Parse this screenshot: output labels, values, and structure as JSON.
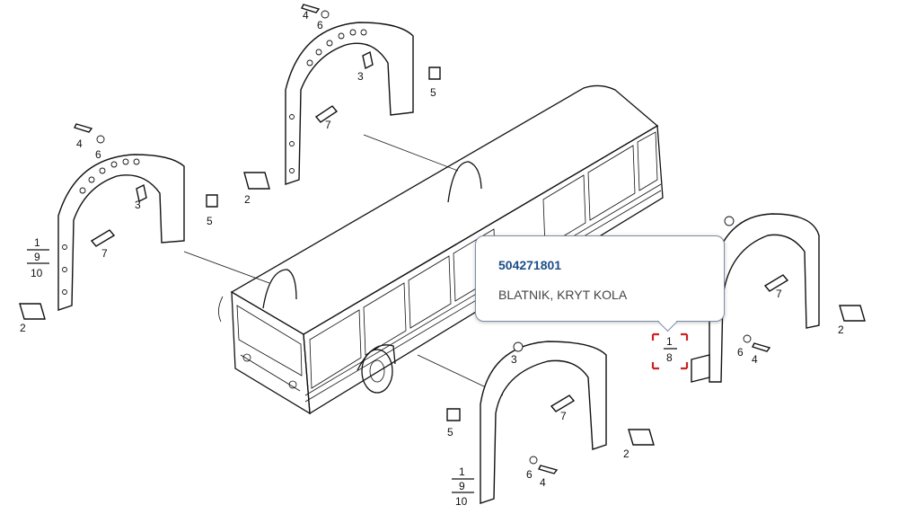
{
  "tooltip": {
    "part_number": "504271801",
    "description": "BLATNIK, KRYT KOLA"
  },
  "callouts": {
    "c1": "1",
    "c2": "2",
    "c3": "3",
    "c4": "4",
    "c5": "5",
    "c6": "6",
    "c7": "7",
    "c8": "8",
    "c9": "9",
    "c10": "10"
  },
  "colors": {
    "tooltip_title": "#1c4e8a",
    "selection_marker": "#cc2222"
  }
}
